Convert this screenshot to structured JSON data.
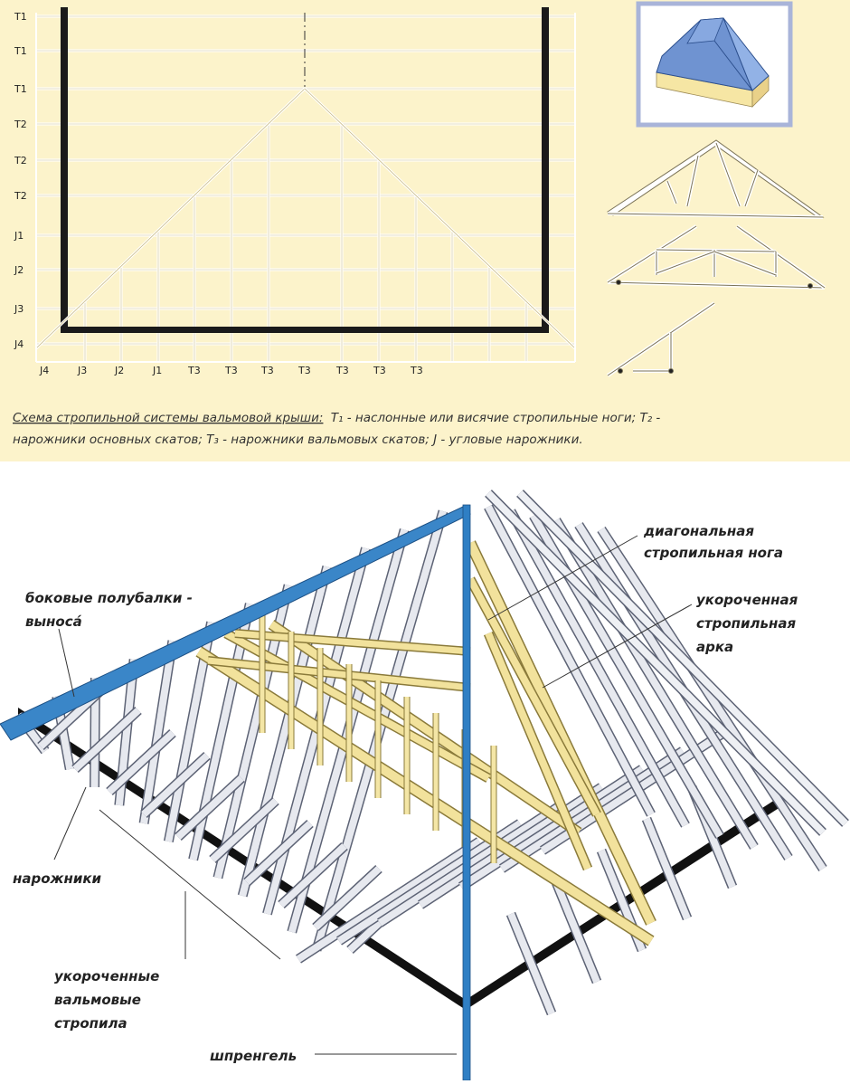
{
  "plan": {
    "row_labels": [
      "T1",
      "T1",
      "T1",
      "T2",
      "T2",
      "T2",
      "J1",
      "J2",
      "J3",
      "J4"
    ],
    "bottom_labels": [
      "J4",
      "J3",
      "J2",
      "J1",
      "T3",
      "T3",
      "T3",
      "T3",
      "T3",
      "T3",
      "T3"
    ]
  },
  "caption": {
    "title": "Схема стропильной системы вальмовой крыши:",
    "line1_rest": "T₁ - наслонные или висячие стропильные ноги; T₂ -",
    "line2": "нарожники основных скатов; T₃ - нарожники вальмовых скатов; J - угловые нарожники."
  },
  "labels": {
    "diag_line1": "диагональная",
    "diag_line2": "стропильная нога",
    "arch_line1": "укороченная",
    "arch_line2": "стропильная",
    "arch_line3": "арка",
    "side_line1": "боковые полубалки -",
    "side_line2": "выноса́",
    "narozhniki": "нарожники",
    "short_line1": "укороченные",
    "short_line2": "вальмовые",
    "short_line3": "стропила",
    "shprengel": "шпренгель"
  },
  "colors": {
    "background_top": "#fcf3cb",
    "line": "#ffffff",
    "beam": "#1a1a1a",
    "roof_blue": "#8fb2e0",
    "ridge_blue": "#2f7fc4",
    "rafter_yellow": "#f2e29c",
    "rafter_gray": "#e7e9ef"
  },
  "icons": [
    "hip-roof-house-icon",
    "truss-type-a-icon",
    "truss-type-b-icon",
    "lean-to-rafter-icon"
  ]
}
